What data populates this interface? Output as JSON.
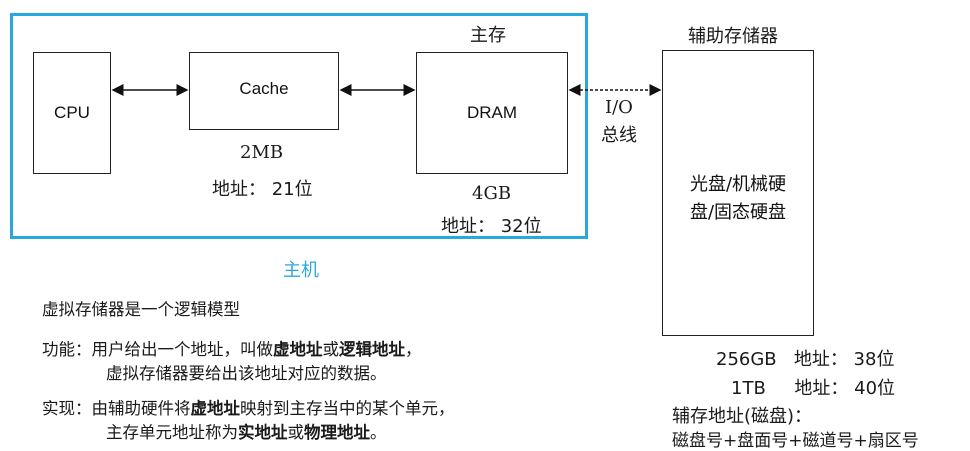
{
  "host": {
    "label": "主机",
    "color": "#29a8e0"
  },
  "main_memory_label": "主存",
  "cpu": {
    "label": "CPU"
  },
  "cache": {
    "label": "Cache",
    "size": "2MB",
    "address": "地址： 21位"
  },
  "dram": {
    "label": "DRAM",
    "size": "4GB",
    "address": "地址： 32位"
  },
  "bus": {
    "line1": "I/O",
    "line2": "总线"
  },
  "aux_storage": {
    "title": "辅助存储器",
    "content_line1": "光盘/机械硬",
    "content_line2": "盘/固态硬盘",
    "cap1": "256GB   地址： 38位",
    "cap2": "1TB     地址： 40位",
    "addr_title": "辅存地址(磁盘)：",
    "addr_formula": "磁盘号+盘面号+磁道号+扇区号"
  },
  "text": {
    "intro": "虚拟存储器是一个逻辑模型",
    "func_label": "功能：",
    "func_l1_a": "用户给出一个地址，叫做",
    "func_l1_b": "虚地址",
    "func_l1_c": "或",
    "func_l1_d": "逻辑地址",
    "func_l1_e": "，",
    "func_l2": "虚拟存储器要给出该地址对应的数据。",
    "impl_label": "实现：",
    "impl_l1_a": "由辅助硬件将",
    "impl_l1_b": "虚地址",
    "impl_l1_c": "映射到主存当中的某个单元，",
    "impl_l2_a": "主存单元地址称为",
    "impl_l2_b": "实地址",
    "impl_l2_c": "或",
    "impl_l2_d": "物理地址",
    "impl_l2_e": "。"
  }
}
